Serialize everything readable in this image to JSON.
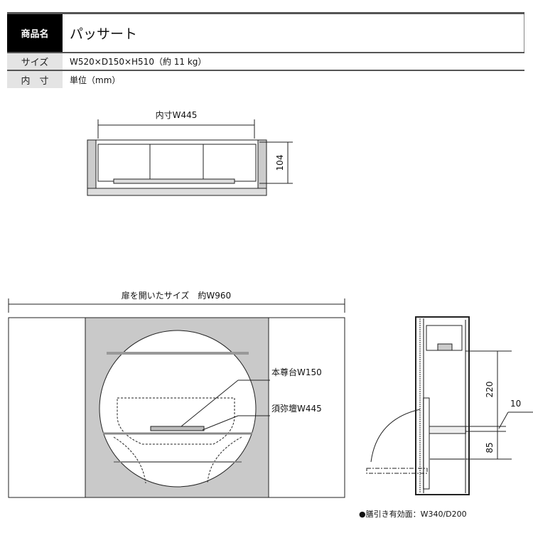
{
  "spec": {
    "name_label": "商品名",
    "name_value": "パッサート",
    "size_label": "サイズ",
    "size_value": "W520×D150×H510（約 11 kg）",
    "inner_label": "内　寸",
    "inner_value": "単位（mm）"
  },
  "top_view": {
    "width_dim": "内寸W445",
    "height_dim": "104"
  },
  "front_view": {
    "open_width": "扉を開いたサイズ　約W960",
    "label_stand": "本尊台W150",
    "label_altar": "須弥壇W445"
  },
  "side_view": {
    "dim_upper": "220",
    "dim_gap": "10",
    "dim_lower": "85"
  },
  "footer": {
    "note": "●膳引き有効面：W340/D200"
  }
}
